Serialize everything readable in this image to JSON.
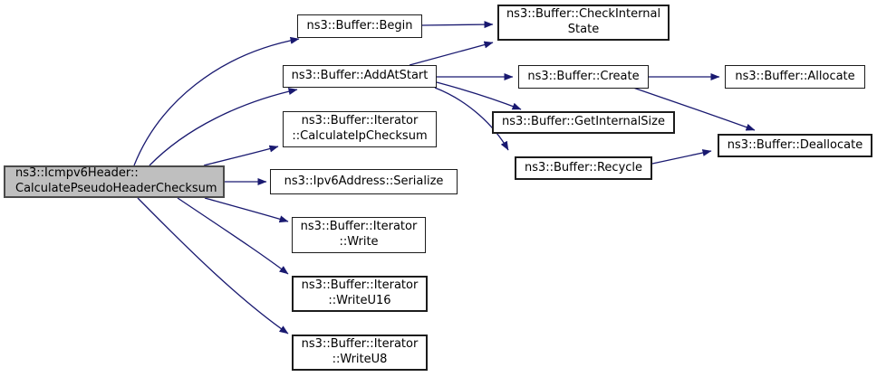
{
  "graph": {
    "type": "call-graph",
    "colors": {
      "edge": "#191970",
      "node_border": "#1c1c1c",
      "node_fill": "#ffffff",
      "highlight_node_fill": "#bfbfbf",
      "highlight_node_border": "#4a4a4a",
      "text": "#000000",
      "background": "#ffffff"
    },
    "nodes": [
      {
        "id": "main",
        "highlighted": true,
        "lines": [
          "ns3::Icmpv6Header::",
          "CalculatePseudoHeaderChecksum"
        ]
      },
      {
        "id": "begin",
        "lines": [
          "ns3::Buffer::Begin"
        ]
      },
      {
        "id": "add-at-start",
        "lines": [
          "ns3::Buffer::AddAtStart"
        ]
      },
      {
        "id": "calculate-ip-checksum",
        "lines": [
          "ns3::Buffer::Iterator",
          "::CalculateIpChecksum"
        ]
      },
      {
        "id": "serialize",
        "lines": [
          "ns3::Ipv6Address::Serialize"
        ]
      },
      {
        "id": "write",
        "lines": [
          "ns3::Buffer::Iterator",
          "::Write"
        ]
      },
      {
        "id": "write-u16",
        "lines": [
          "ns3::Buffer::Iterator",
          "::WriteU16"
        ]
      },
      {
        "id": "write-u8",
        "lines": [
          "ns3::Buffer::Iterator",
          "::WriteU8"
        ]
      },
      {
        "id": "check-internal-state",
        "lines": [
          "ns3::Buffer::CheckInternal",
          "State"
        ]
      },
      {
        "id": "create",
        "lines": [
          "ns3::Buffer::Create"
        ]
      },
      {
        "id": "allocate",
        "lines": [
          "ns3::Buffer::Allocate"
        ]
      },
      {
        "id": "get-internal-size",
        "lines": [
          "ns3::Buffer::GetInternalSize"
        ]
      },
      {
        "id": "deallocate",
        "lines": [
          "ns3::Buffer::Deallocate"
        ]
      },
      {
        "id": "recycle",
        "lines": [
          "ns3::Buffer::Recycle"
        ]
      }
    ],
    "edges": [
      {
        "from": "main",
        "to": "begin"
      },
      {
        "from": "main",
        "to": "add-at-start"
      },
      {
        "from": "main",
        "to": "calculate-ip-checksum"
      },
      {
        "from": "main",
        "to": "serialize"
      },
      {
        "from": "main",
        "to": "write"
      },
      {
        "from": "main",
        "to": "write-u16"
      },
      {
        "from": "main",
        "to": "write-u8"
      },
      {
        "from": "begin",
        "to": "check-internal-state"
      },
      {
        "from": "add-at-start",
        "to": "check-internal-state"
      },
      {
        "from": "add-at-start",
        "to": "create"
      },
      {
        "from": "add-at-start",
        "to": "get-internal-size"
      },
      {
        "from": "add-at-start",
        "to": "recycle"
      },
      {
        "from": "create",
        "to": "allocate"
      },
      {
        "from": "create",
        "to": "deallocate"
      },
      {
        "from": "recycle",
        "to": "deallocate"
      }
    ]
  }
}
